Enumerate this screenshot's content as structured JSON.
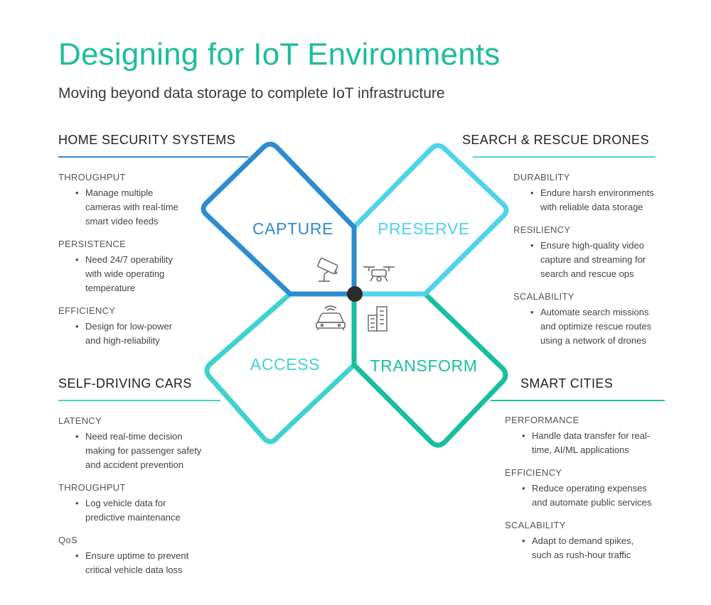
{
  "title": "Designing for IoT Environments",
  "subtitle": "Moving beyond data storage to complete IoT infrastructure",
  "colors": {
    "title": "#1dbd9c",
    "capture": "#2e8bd0",
    "preserve": "#4fd3ec",
    "access": "#3fd2cf",
    "transform": "#19bf9d",
    "center_dot": "#2b2b2b"
  },
  "petals": {
    "capture": "CAPTURE",
    "preserve": "PRESERVE",
    "access": "ACCESS",
    "transform": "TRANSFORM"
  },
  "icons": [
    "security-camera-icon",
    "drone-icon",
    "car-icon",
    "city-buildings-icon"
  ],
  "sections": {
    "home_security": {
      "title": "HOME SECURITY SYSTEMS",
      "groups": [
        {
          "label": "THROUGHPUT",
          "bullets": [
            "Manage multiple",
            "cameras with real-time",
            "smart video feeds"
          ]
        },
        {
          "label": "PERSISTENCE",
          "bullets": [
            "Need 24/7 operability",
            "with wide operating",
            "temperature"
          ]
        },
        {
          "label": "EFFICIENCY",
          "bullets": [
            "Design for low-power",
            "and high-reliability"
          ]
        }
      ]
    },
    "drones": {
      "title": "SEARCH & RESCUE DRONES",
      "groups": [
        {
          "label": "DURABILITY",
          "bullets": [
            "Endure harsh environments",
            "with reliable data storage"
          ]
        },
        {
          "label": "RESILIENCY",
          "bullets": [
            "Ensure high-quality video",
            "capture and streaming for",
            "search and rescue ops"
          ]
        },
        {
          "label": "SCALABILITY",
          "bullets": [
            "Automate search missions",
            "and optimize rescue routes",
            "using a network of drones"
          ]
        }
      ]
    },
    "cars": {
      "title": "SELF-DRIVING CARS",
      "groups": [
        {
          "label": "LATENCY",
          "bullets": [
            "Need real-time decision",
            "making for passenger safety",
            "and accident prevention"
          ]
        },
        {
          "label": "THROUGHPUT",
          "bullets": [
            "Log vehicle data for",
            "predictive maintenance"
          ]
        },
        {
          "label": "QoS",
          "bullets": [
            "Ensure uptime to prevent",
            "critical vehicle data loss"
          ]
        }
      ]
    },
    "cities": {
      "title": "SMART CITIES",
      "groups": [
        {
          "label": "PERFORMANCE",
          "bullets": [
            "Handle data transfer for real-",
            "time, AI/ML applications"
          ]
        },
        {
          "label": "EFFICIENCY",
          "bullets": [
            "Reduce operating expenses",
            "and automate public services"
          ]
        },
        {
          "label": "SCALABILITY",
          "bullets": [
            "Adapt to demand spikes,",
            "such as rush-hour traffic"
          ]
        }
      ]
    }
  }
}
